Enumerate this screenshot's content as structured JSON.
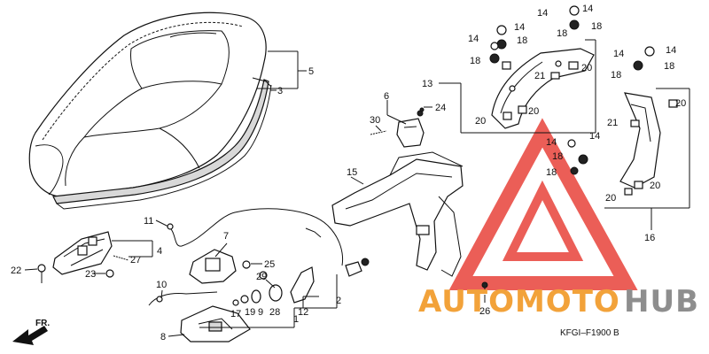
{
  "diagram": {
    "part_numbers": {
      "p1": "1",
      "p2": "2",
      "p3": "3",
      "p4": "4",
      "p5": "5",
      "p6": "6",
      "p7": "7",
      "p8": "8",
      "p9": "9",
      "p10": "10",
      "p11": "11",
      "p12": "12",
      "p13": "13",
      "p14": "14",
      "p15": "15",
      "p16": "16",
      "p17": "17",
      "p18": "18",
      "p19": "19",
      "p20": "20",
      "p21": "21",
      "p22": "22",
      "p23": "23",
      "p24": "24",
      "p25": "25",
      "p26": "26",
      "p27": "27",
      "p28": "28",
      "p29": "29",
      "p30": "30"
    },
    "front_marker": "FR.",
    "drawing_code": "KFGI–F1900 B"
  },
  "watermark": {
    "text_left": "AUTOMOTO",
    "text_right": "HUB",
    "colors": {
      "triangle": "#e8433a",
      "text_left": "#f2a23a",
      "text_right": "#8e8e8e"
    }
  }
}
